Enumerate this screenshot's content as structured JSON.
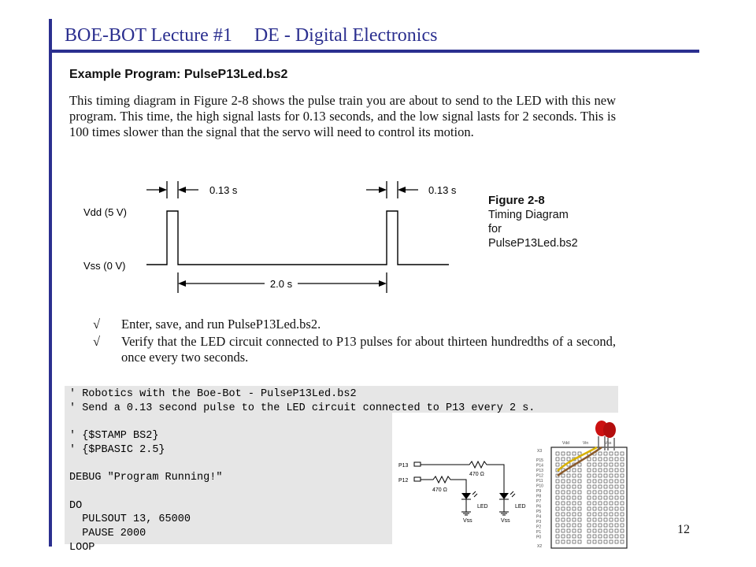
{
  "slide": {
    "title_left": "BOE-BOT Lecture #1",
    "title_right": "DE - Digital Electronics",
    "page_number": "12"
  },
  "heading": "Example Program: PulseP13Led.bs2",
  "intro": "This timing diagram in Figure 2-8 shows the pulse train you are about to send to the LED with this new program.  This time, the high signal lasts for 0.13 seconds, and the low signal lasts for 2 seconds.  This is 100 times slower than the signal that the servo will need to control its motion.",
  "timing": {
    "high_label": "Vdd (5 V)",
    "low_label": "Vss (0 V)",
    "pulse1_width": "0.13 s",
    "pulse2_width": "0.13 s",
    "period": "2.0 s"
  },
  "figure": {
    "number": "Figure 2-8",
    "caption_lines": [
      "Timing Diagram",
      "for",
      "PulseP13Led.bs2"
    ]
  },
  "steps": {
    "check": "√",
    "items": [
      "Enter, save, and run PulseP13Led.bs2.",
      "Verify that the LED circuit connected to P13 pulses for about thirteen hundredths of a second, once every two seconds."
    ]
  },
  "code": [
    "' Robotics with the Boe-Bot - PulseP13Led.bs2",
    "' Send a 0.13 second pulse to the LED circuit connected to P13 every 2 s.",
    "",
    "' {$STAMP BS2}",
    "' {$PBASIC 2.5}",
    "",
    "DEBUG \"Program Running!\"",
    "",
    "DO",
    "  PULSOUT 13, 65000",
    "  PAUSE 2000",
    "LOOP"
  ],
  "schematic": {
    "pin_p13": "P13",
    "pin_p12": "P12",
    "resistor1": "470 Ω",
    "resistor2": "470 Ω",
    "led1": "LED",
    "led2": "LED",
    "vss1": "Vss",
    "vss2": "Vss"
  },
  "board": {
    "vdd": "Vdd",
    "vin": "Vin",
    "vss": "Vss",
    "x3": "X3",
    "x2": "X2",
    "pins": [
      "P15",
      "P14",
      "P13",
      "P12",
      "P11",
      "P10",
      "P9",
      "P8",
      "P7",
      "P6",
      "P5",
      "P4",
      "P3",
      "P2",
      "P1",
      "P0"
    ]
  },
  "colors": {
    "accent": "#2b2f8f",
    "code_bg": "#e6e6e6",
    "led_red": "#cc1111"
  }
}
